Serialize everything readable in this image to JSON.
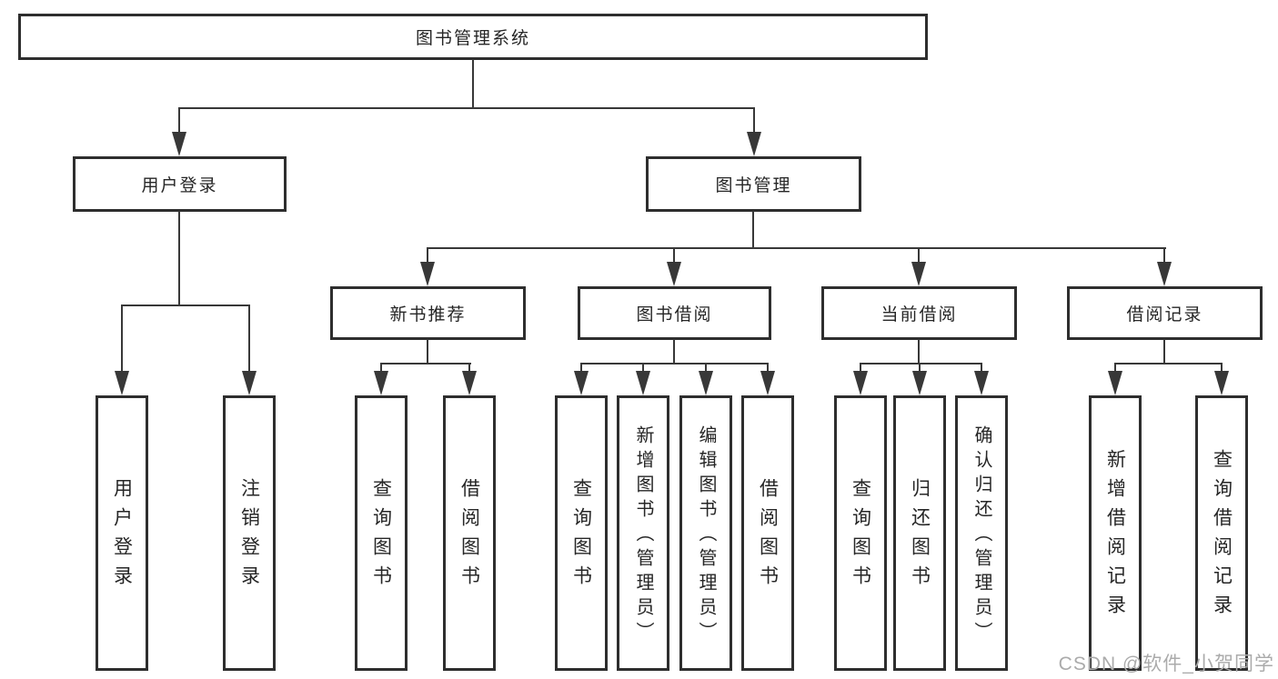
{
  "tree": {
    "root": "图书管理系统",
    "user_login": "用户登录",
    "book_management": "图书管理",
    "user_login_children": {
      "login": "用户登录",
      "logout": "注销登录"
    },
    "book_management_children": {
      "new_book_recommend": "新书推荐",
      "book_borrowing": "图书借阅",
      "current_borrowing": "当前借阅",
      "borrowing_records": "借阅记录"
    },
    "new_book_recommend_children": {
      "query_books": "查询图书",
      "borrow_books": "借阅图书"
    },
    "book_borrowing_children": {
      "query_books": "查询图书",
      "add_books_admin": "新增图书（管理员）",
      "edit_books_admin": "编辑图书（管理员）",
      "borrow_books": "借阅图书"
    },
    "current_borrowing_children": {
      "query_books": "查询图书",
      "return_books": "归还图书",
      "confirm_return_admin": "确认归还（管理员）"
    },
    "borrowing_records_children": {
      "add_record": "新增借阅记录",
      "query_record": "查询借阅记录"
    }
  },
  "watermark": "CSDN @软件_小贺同学",
  "colors": {
    "line": "#383838",
    "box_border": "#2e2e2e",
    "text": "#262626",
    "watermark": "#ababab",
    "background": "#ffffff"
  }
}
